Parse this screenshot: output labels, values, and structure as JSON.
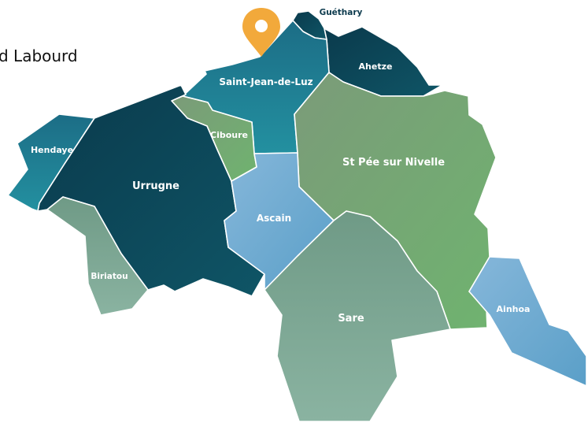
{
  "title": "d Labourd",
  "marker": {
    "name": "location-pin-icon",
    "color": "#f2a93b"
  },
  "colors": {
    "dark_teal": "#0d4e63",
    "teal": "#1f7f95",
    "light_blue": "#6aaad0",
    "green": "#74a874",
    "sage": "#7ba391"
  },
  "regions": [
    {
      "id": "guethary",
      "name": "Guéthary"
    },
    {
      "id": "ahetze",
      "name": "Ahetze"
    },
    {
      "id": "saint-jean-de-luz",
      "name": "Saint-Jean-de-Luz"
    },
    {
      "id": "ciboure",
      "name": "Ciboure"
    },
    {
      "id": "hendaye",
      "name": "Hendaye"
    },
    {
      "id": "urrugne",
      "name": "Urrugne"
    },
    {
      "id": "st-pee-sur-nivelle",
      "name": "St Pée sur Nivelle"
    },
    {
      "id": "ascain",
      "name": "Ascain"
    },
    {
      "id": "biriatou",
      "name": "Biriatou"
    },
    {
      "id": "sare",
      "name": "Sare"
    },
    {
      "id": "ainhoa",
      "name": "Ainhoa"
    }
  ]
}
